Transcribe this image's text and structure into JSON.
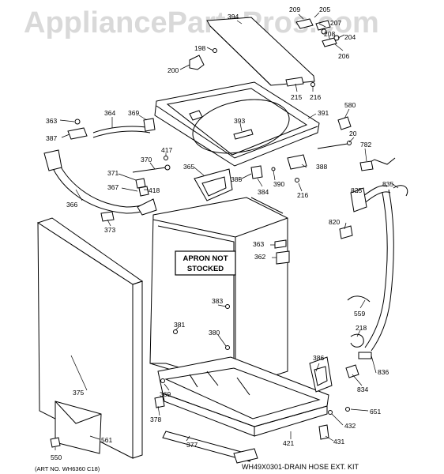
{
  "watermark": "AppliancePartsPros.com",
  "apron_note": [
    "APRON NOT",
    "STOCKED"
  ],
  "art_no": "(ART NO. WH6360 C18)",
  "kit_note": "WH49X0301-DRAIN HOSE EXT. KIT",
  "callouts": {
    "c394": "394",
    "c209": "209",
    "c205": "205",
    "c207": "207",
    "c208": "208",
    "c204": "204",
    "c206": "206",
    "c198": "198",
    "c200": "200",
    "c215": "215",
    "c216a": "216",
    "c580": "580",
    "c363a": "363",
    "c364": "364",
    "c369a": "369",
    "c393": "393",
    "c391": "391",
    "c20": "20",
    "c387": "387",
    "c417": "417",
    "c370": "370",
    "c371": "371",
    "c367": "367",
    "c418": "418",
    "c365": "365",
    "c782": "782",
    "c388": "388",
    "c385": "385",
    "c390": "390",
    "c384": "384",
    "c216b": "216",
    "c825": "825",
    "c835": "835",
    "c366": "366",
    "c373": "373",
    "c820": "820",
    "c363b": "363",
    "c362": "362",
    "c383": "383",
    "c559": "559",
    "c381": "381",
    "c380": "380",
    "c218": "218",
    "c386": "386",
    "c836": "836",
    "c834": "834",
    "c375": "375",
    "c369b": "369",
    "c378": "378",
    "c651": "651",
    "c432": "432",
    "c377": "377",
    "c561": "561",
    "c421": "421",
    "c431": "431",
    "c550": "550"
  }
}
